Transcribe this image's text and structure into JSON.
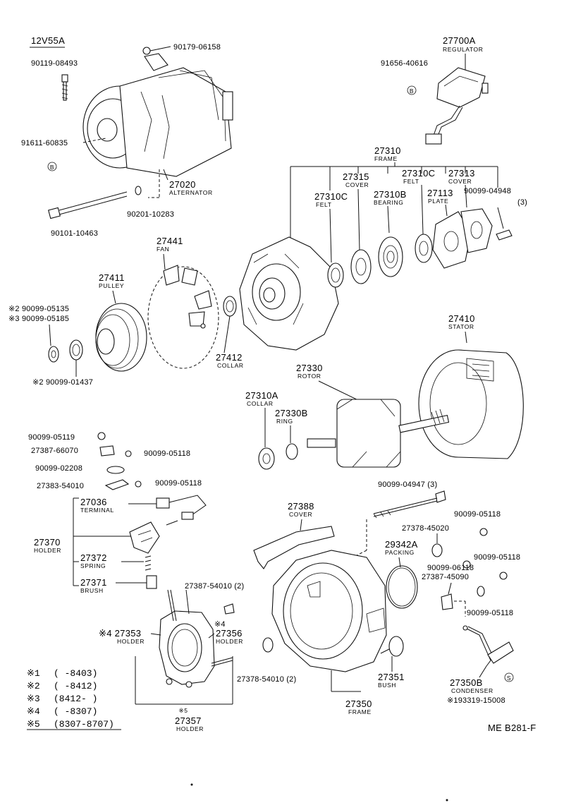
{
  "model": "12V55A",
  "ref_code": "ME B281-F",
  "parts": {
    "bolt_top": "90179-06158",
    "bolt_left": "90119-08493",
    "regulator_no": "27700A",
    "regulator_cap": "REGULATOR",
    "screw_b": "91656-40616",
    "b_mark": "B",
    "s_mark": "S",
    "nut_b": "91611-60835",
    "alternator_no": "27020",
    "alternator_cap": "ALTERNATOR",
    "washer": "90201-10283",
    "long_bolt": "90101-10463",
    "frame_no": "27310",
    "frame_cap": "FRAME",
    "cover_no": "27315",
    "cover_cap": "COVER",
    "felt1_no": "27310C",
    "felt1_cap": "FELT",
    "bearing_no": "27310B",
    "bearing_cap": "BEARING",
    "felt2_no": "27310C",
    "felt2_cap": "FELT",
    "plate_no": "27113",
    "plate_cap": "PLATE",
    "cover2_no": "27313",
    "cover2_cap": "COVER",
    "screw_3": "90099-04948",
    "screw_3_qty": "(3)",
    "fan_no": "27441",
    "fan_cap": "FAN",
    "pulley_no": "27411",
    "pulley_cap": "PULLEY",
    "nut2": "※2 90099-05135",
    "nut3": "※3 90099-05185",
    "washer2": "※2 90099-01437",
    "collar_no": "27412",
    "collar_cap": "COLLAR",
    "stator_no": "27410",
    "stator_cap": "STATOR",
    "rotor_no": "27330",
    "rotor_cap": "ROTOR",
    "collar2_no": "27310A",
    "collar2_cap": "COLLAR",
    "ring_no": "27330B",
    "ring_cap": "RING",
    "n_05119": "90099-05119",
    "insul_66070": "27387-66070",
    "n_05118a": "90099-05118",
    "w_02208": "90099-02208",
    "insul_54010": "27383-54010",
    "n_05118b": "90099-05118",
    "terminal_no": "27036",
    "terminal_cap": "TERMINAL",
    "holder_no": "27370",
    "holder_cap": "HOLDER",
    "spring_no": "27372",
    "spring_cap": "SPRING",
    "brush_no": "27371",
    "brush_cap": "BRUSH",
    "insul_54010_2": "27387-54010 (2)",
    "holder4_no": "※4 27353",
    "holder4_cap": "HOLDER",
    "holder56_mark": "※4",
    "holder56_no": "27356",
    "holder56_cap": "HOLDER",
    "holder5_mark": "※5",
    "holder5_no": "27357",
    "holder5_cap": "HOLDER",
    "bolt_04947": "90099-04947 (3)",
    "cover388_no": "27388",
    "cover388_cap": "COVER",
    "n_05118c": "90099-05118",
    "bush_45020": "27378-45020",
    "packing_no": "29342A",
    "packing_cap": "PACKING",
    "n_06118": "90099-06118",
    "n_05118d": "90099-05118",
    "insul_45090": "27387-45090",
    "n_05118e": "90099-05118",
    "bush_54010": "27378-54010 (2)",
    "bush351_no": "27351",
    "bush351_cap": "BUSH",
    "frame350_no": "27350",
    "frame350_cap": "FRAME",
    "condenser_no": "27350B",
    "condenser_cap": "CONDENSER",
    "condenser_pn": "※193319-15008"
  },
  "legend": [
    {
      "mark": "※1",
      "range": "(        -8403)"
    },
    {
      "mark": "※2",
      "range": "(        -8412)"
    },
    {
      "mark": "※3",
      "range": "(8412-        )"
    },
    {
      "mark": "※4",
      "range": "(        -8307)"
    },
    {
      "mark": "※5",
      "range": "(8307-8707)"
    }
  ]
}
